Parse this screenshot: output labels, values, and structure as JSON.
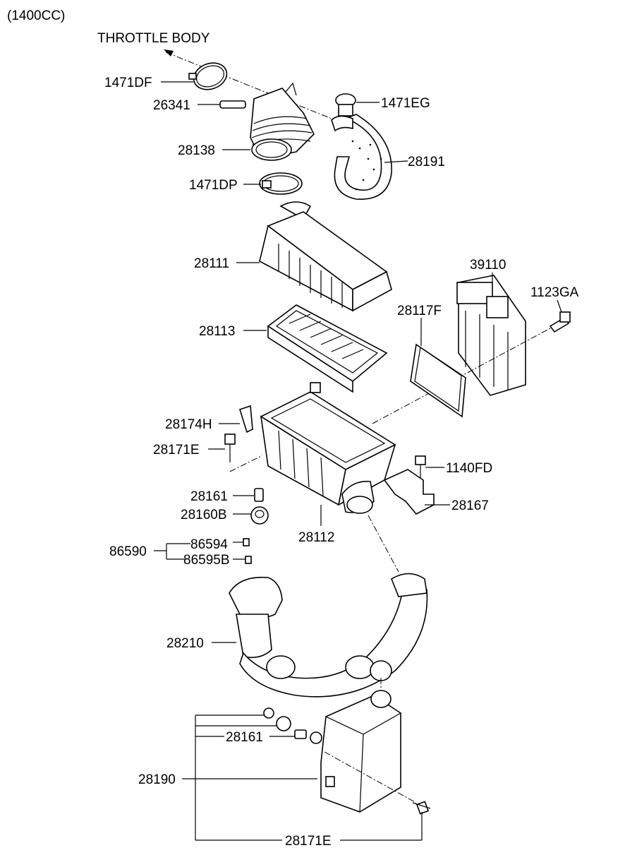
{
  "header": {
    "engine": "(1400CC)",
    "reference": "THROTTLE BODY"
  },
  "labels": {
    "l_1471DF": "1471DF",
    "l_26341": "26341",
    "l_28138": "28138",
    "l_1471DP": "1471DP",
    "l_1471EG": "1471EG",
    "l_28191": "28191",
    "l_28111": "28111",
    "l_39110": "39110",
    "l_1123GA": "1123GA",
    "l_28117F": "28117F",
    "l_28113": "28113",
    "l_28174H": "28174H",
    "l_28171E_a": "28171E",
    "l_1140FD": "1140FD",
    "l_28161_a": "28161",
    "l_28167": "28167",
    "l_28160B": "28160B",
    "l_28112": "28112",
    "l_86590": "86590",
    "l_86594": "86594",
    "l_86595B": "86595B",
    "l_28210": "28210",
    "l_28161_b": "28161",
    "l_28190": "28190",
    "l_28171E_b": "28171E"
  }
}
